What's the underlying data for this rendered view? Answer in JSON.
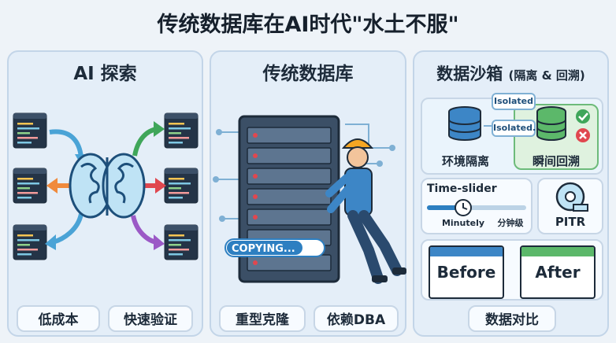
{
  "title": "传统数据库在AI时代\"水土不服\"",
  "panels": {
    "ai": {
      "title": "AI 探索",
      "tags": [
        "低成本",
        "快速验证"
      ]
    },
    "traditional": {
      "title": "传统数据库",
      "copying": "COPYING...",
      "tags": [
        "重型克隆",
        "依赖DBA"
      ]
    },
    "sandbox": {
      "title": "数据沙箱",
      "title_note": "(隔离 & 回溯)",
      "isolated_top": "Isolated",
      "isolated_mid": "Isolated.",
      "env_label": "环境隔离",
      "rollback_label": "瞬间回溯",
      "time_slider": {
        "title": "Time-slider",
        "left_label": "Minutely",
        "right_label": "分钟级"
      },
      "pitr": "PITR",
      "before": "Before",
      "after": "After",
      "compare": "数据对比"
    }
  },
  "colors": {
    "blue": "#2d7fc1",
    "green": "#3fa65a",
    "orange": "#f08a3c",
    "red": "#e0474f",
    "purple": "#9b59c6",
    "brain": "#4aa3d6"
  },
  "icons": [
    "code-window-icon",
    "brain-icon",
    "server-rack-icon",
    "worker-icon",
    "database-icon",
    "check-icon",
    "x-icon",
    "clock-icon",
    "tape-icon"
  ]
}
